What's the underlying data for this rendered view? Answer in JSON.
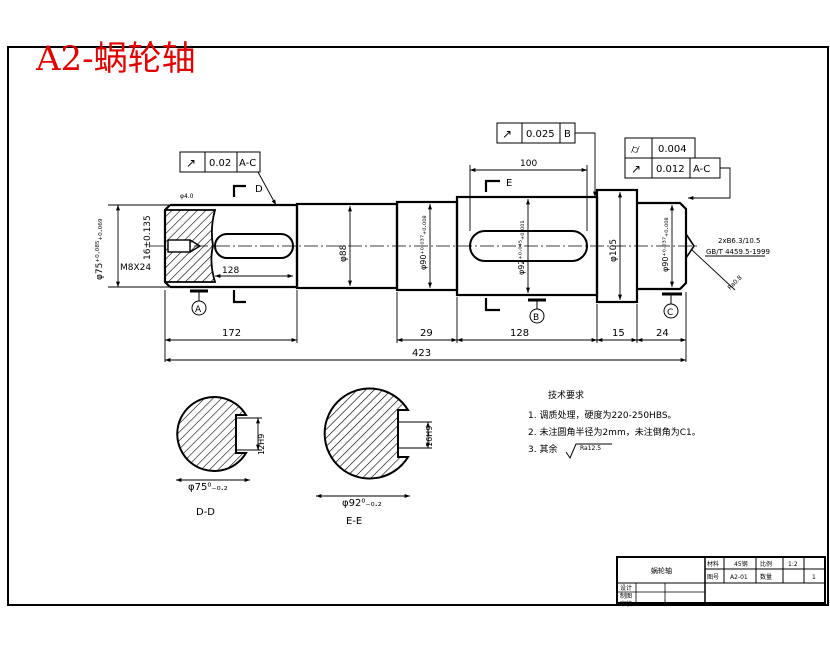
{
  "title": "A2-蜗轮轴",
  "gdt": {
    "left_runout": {
      "symbol": "↗",
      "tol": "0.02",
      "datum": "A-C"
    },
    "mid_runout": {
      "symbol": "↗",
      "tol": "0.025",
      "datum": "B"
    },
    "right_cyl": {
      "symbol": "⌭",
      "tol": "0.004"
    },
    "right_runout": {
      "symbol": "↗",
      "tol": "0.012",
      "datum": "A-C"
    }
  },
  "dims": {
    "d_left": "φ75⁺⁰·⁰⁸⁵₊₀.₀₆₉",
    "key_left_top": "φ4.0",
    "key_left_depth": "16±0.135",
    "thread": "M8X24",
    "key_left_len": "128",
    "d_88": "φ88",
    "d_90": "φ90⁺⁰·⁰³⁷₊₀.₀₀₈",
    "d_92": "φ92⁺⁰·⁰⁴⁵₊₀.₀₀₁",
    "d_105": "φ105",
    "d_90r": "φ90⁺⁰·⁰³⁷₊₀.₀₀₈",
    "key_right_len": "100",
    "len_172": "172",
    "len_29": "29",
    "len_128": "128",
    "len_15": "15",
    "len_24": "24",
    "len_423": "423",
    "center_hole": "2xB6.3/10.5",
    "center_std": "GB/T 4459.5-1999",
    "ra": "Ra0.8"
  },
  "datums": {
    "a": "A",
    "b": "B",
    "c": "C"
  },
  "sections": {
    "d": {
      "letter": "D",
      "label": "D-D",
      "dia": "φ75⁰₋₀.₂",
      "width": "12H9"
    },
    "e": {
      "letter": "E",
      "label": "E-E",
      "dia": "φ92⁰₋₀.₂",
      "width": "16H9"
    }
  },
  "notes": {
    "heading": "技术要求",
    "items": [
      "1. 调质处理，硬度为220-250HBS。",
      "2. 未注圆角半径为2mm，未注倒角为C1。",
      "3. 其余"
    ],
    "rough": "Ra12.5"
  },
  "titleblock": {
    "name": "蜗轮轴",
    "material": "材料",
    "material_val": "45钢",
    "scale": "比例",
    "scale_val": "1:2",
    "drawing_no": "图号",
    "drawing_no_val": "A2-01",
    "qty": "数量",
    "qty_val": "1",
    "design": "设计",
    "draw": "制图",
    "check": "审核"
  }
}
